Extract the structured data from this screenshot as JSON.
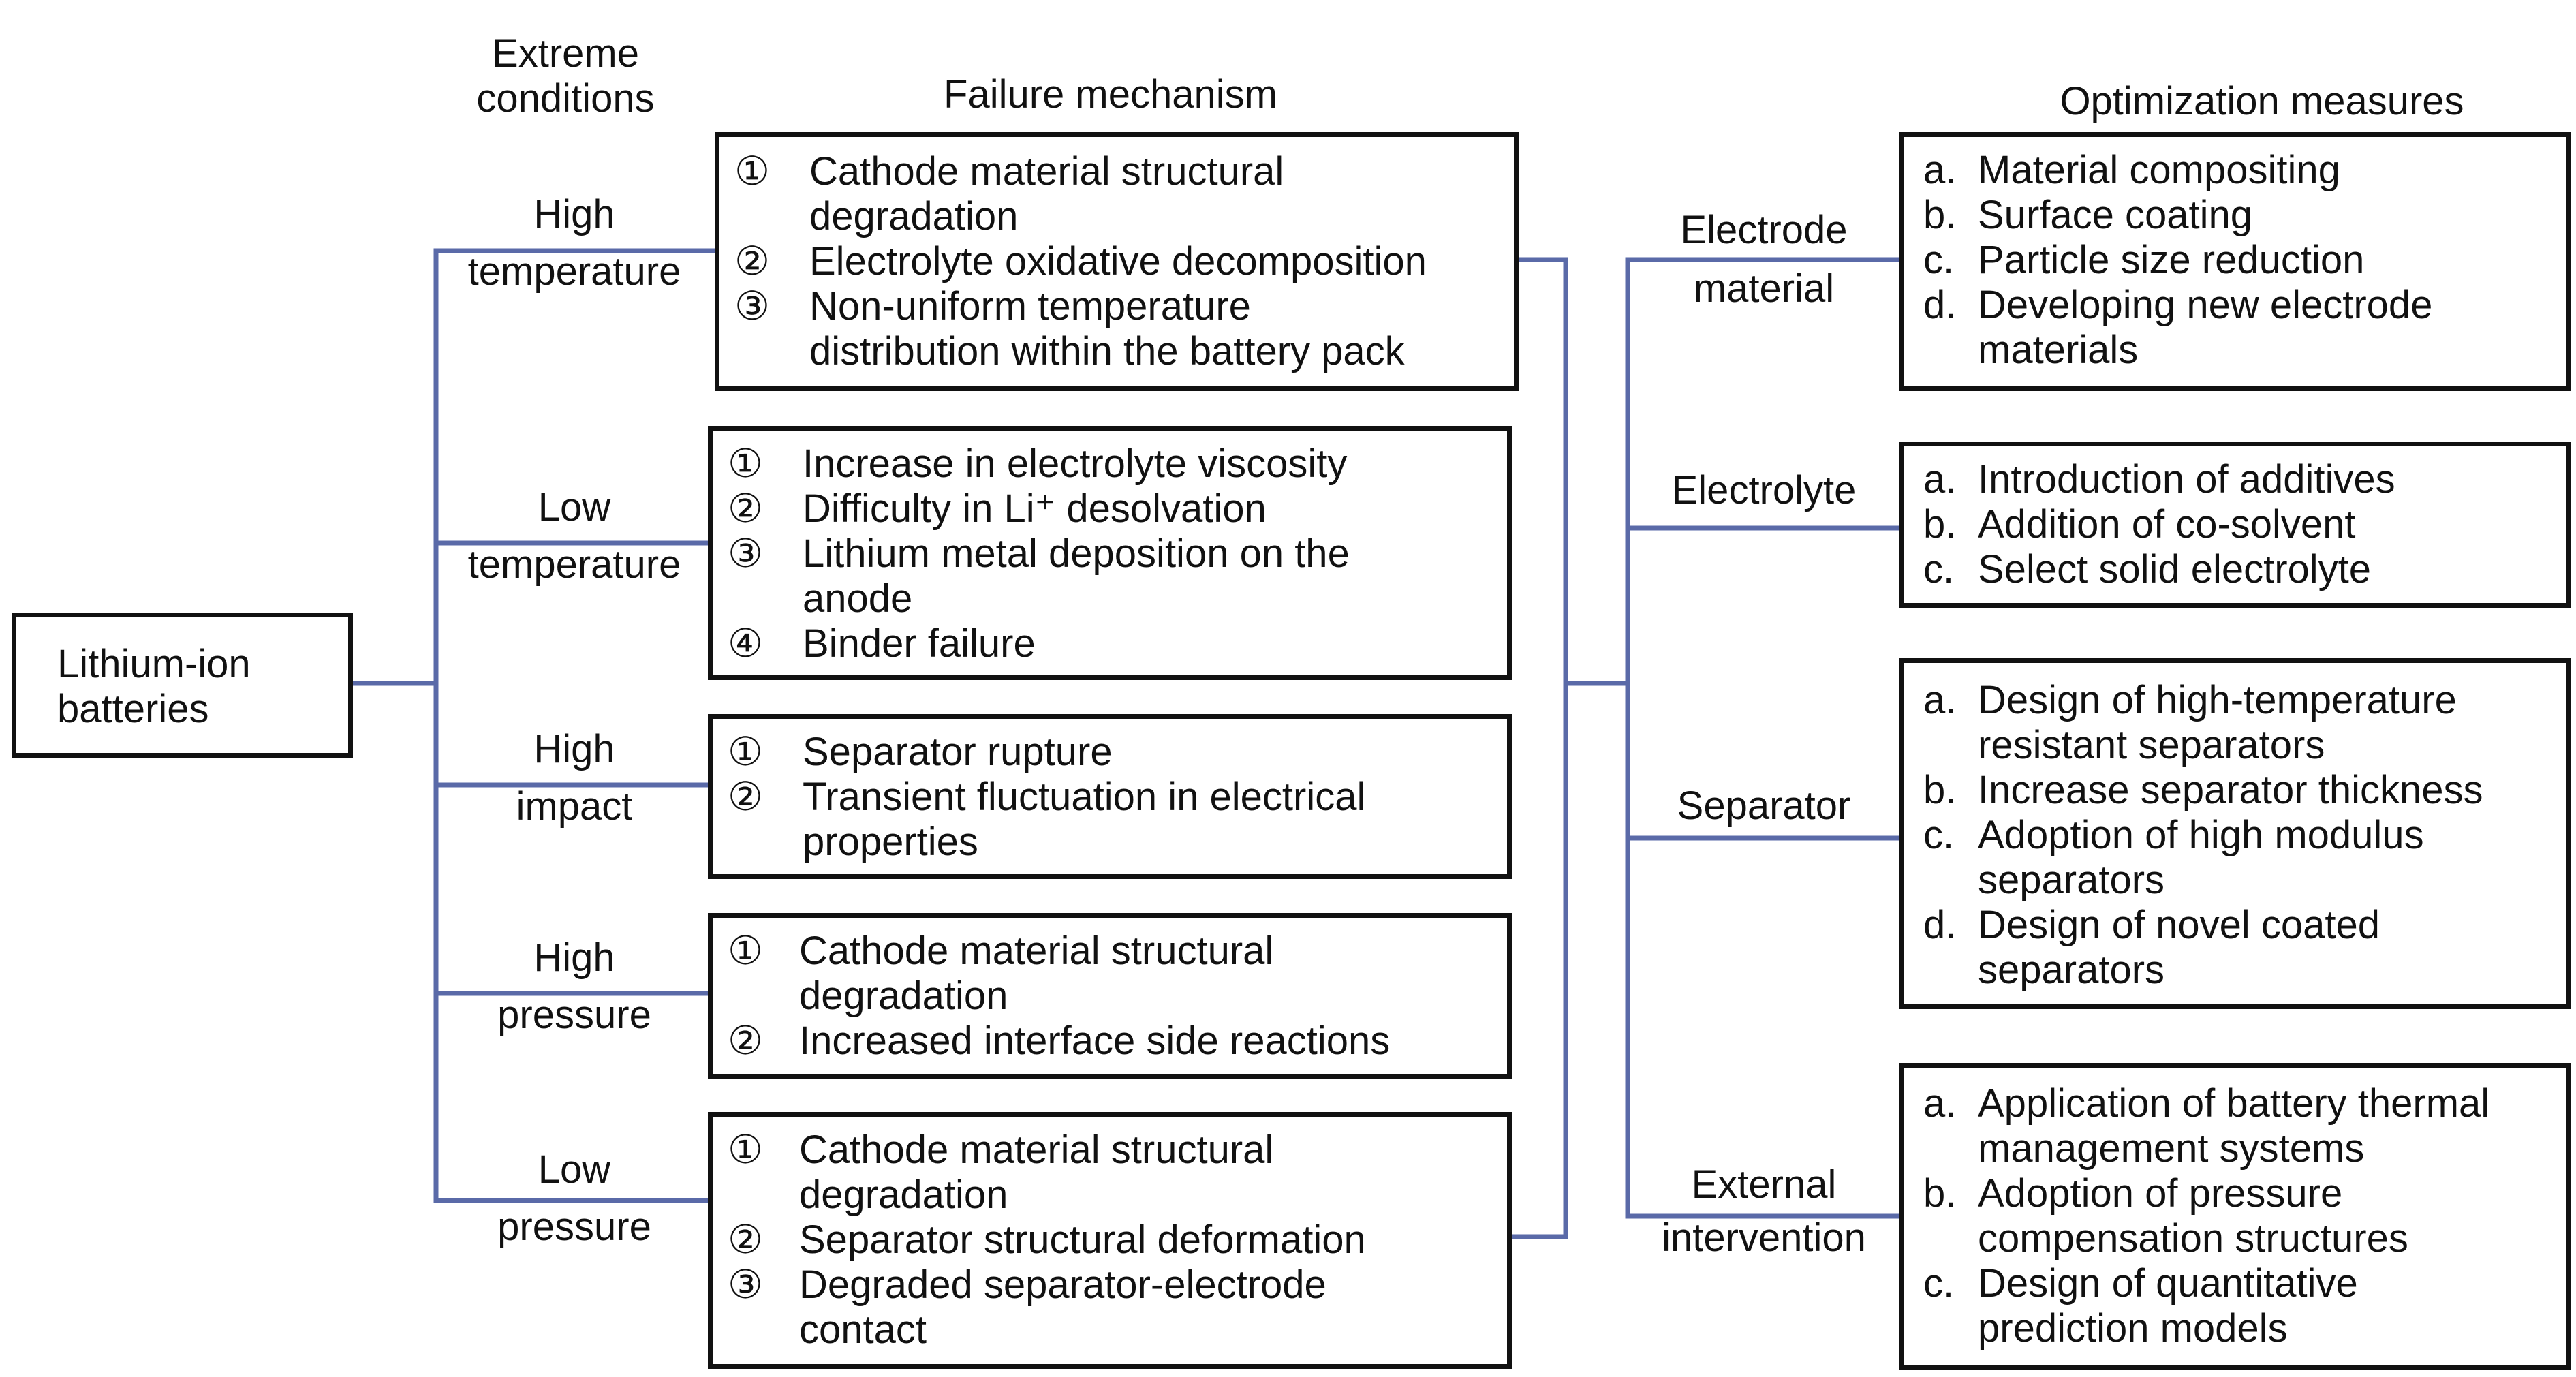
{
  "headers": {
    "extreme_conditions": [
      "Extreme",
      "conditions"
    ],
    "failure_mechanism": "Failure mechanism",
    "optimization_measures": "Optimization measures"
  },
  "root": {
    "lines": [
      "Lithium-ion",
      "batteries"
    ]
  },
  "conditions": [
    {
      "label": [
        "High",
        "temperature"
      ],
      "mechanisms": [
        {
          "mark": "①",
          "lines": [
            "Cathode material structural",
            "degradation"
          ]
        },
        {
          "mark": "②",
          "lines": [
            "Electrolyte oxidative decomposition"
          ]
        },
        {
          "mark": "③",
          "lines": [
            "Non-uniform temperature",
            "distribution within the battery pack"
          ]
        }
      ]
    },
    {
      "label": [
        "Low",
        "temperature"
      ],
      "mechanisms": [
        {
          "mark": "①",
          "lines": [
            "Increase in electrolyte viscosity"
          ]
        },
        {
          "mark": "②",
          "lines": [
            "Difficulty in Li⁺ desolvation"
          ]
        },
        {
          "mark": "③",
          "lines": [
            "Lithium metal deposition on the",
            "anode"
          ]
        },
        {
          "mark": "④",
          "lines": [
            "Binder failure"
          ]
        }
      ]
    },
    {
      "label": [
        "High",
        "impact"
      ],
      "mechanisms": [
        {
          "mark": "①",
          "lines": [
            "Separator rupture"
          ]
        },
        {
          "mark": "②",
          "lines": [
            "Transient fluctuation in electrical",
            "properties"
          ]
        }
      ]
    },
    {
      "label": [
        "High",
        "pressure"
      ],
      "mechanisms": [
        {
          "mark": "①",
          "lines": [
            "Cathode material structural",
            "degradation"
          ]
        },
        {
          "mark": "②",
          "lines": [
            "Increased interface side reactions"
          ]
        }
      ]
    },
    {
      "label": [
        "Low",
        "pressure"
      ],
      "mechanisms": [
        {
          "mark": "①",
          "lines": [
            "Cathode material structural",
            "degradation"
          ]
        },
        {
          "mark": "②",
          "lines": [
            "Separator structural deformation"
          ]
        },
        {
          "mark": "③",
          "lines": [
            "Degraded separator-electrode",
            "contact"
          ]
        }
      ]
    }
  ],
  "categories": [
    {
      "label": [
        "Electrode",
        "material"
      ],
      "measures": [
        {
          "mark": "a.",
          "lines": [
            "Material compositing"
          ]
        },
        {
          "mark": "b.",
          "lines": [
            "Surface coating"
          ]
        },
        {
          "mark": "c.",
          "lines": [
            "Particle size reduction"
          ]
        },
        {
          "mark": "d.",
          "lines": [
            "Developing new electrode",
            "materials"
          ]
        }
      ]
    },
    {
      "label": [
        "Electrolyte"
      ],
      "measures": [
        {
          "mark": "a.",
          "lines": [
            "Introduction of additives"
          ]
        },
        {
          "mark": "b.",
          "lines": [
            "Addition of co-solvent"
          ]
        },
        {
          "mark": "c.",
          "lines": [
            "Select solid electrolyte"
          ]
        }
      ]
    },
    {
      "label": [
        "Separator"
      ],
      "measures": [
        {
          "mark": "a.",
          "lines": [
            "Design of high-temperature",
            "resistant separators"
          ]
        },
        {
          "mark": "b.",
          "lines": [
            "Increase separator thickness"
          ]
        },
        {
          "mark": "c.",
          "lines": [
            "Adoption of high modulus",
            "separators"
          ]
        },
        {
          "mark": "d.",
          "lines": [
            "Design of novel coated",
            "separators"
          ]
        }
      ]
    },
    {
      "label": [
        "External",
        "intervention"
      ],
      "measures": [
        {
          "mark": "a.",
          "lines": [
            "Application of battery thermal",
            "management systems"
          ]
        },
        {
          "mark": "b.",
          "lines": [
            "Adoption of pressure",
            "compensation structures"
          ]
        },
        {
          "mark": "c.",
          "lines": [
            "Design of quantitative",
            "prediction models"
          ]
        }
      ]
    }
  ],
  "colors": {
    "connector": "#5a6aa8",
    "border": "#111111",
    "text": "#111111"
  }
}
